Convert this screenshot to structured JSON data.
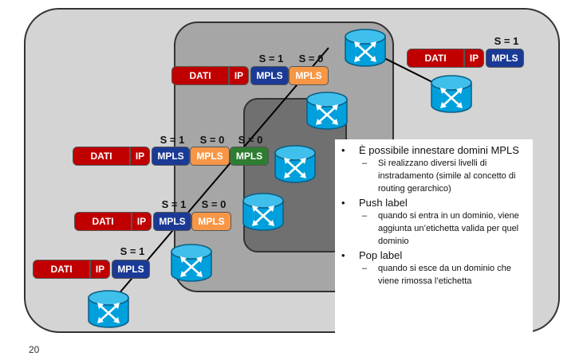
{
  "stacks": [
    {
      "id": "l1",
      "cells": [
        {
          "kind": "dati",
          "text": "DATI"
        },
        {
          "kind": "ip",
          "text": "IP"
        },
        {
          "kind": "mpls",
          "text": "MPLS"
        }
      ]
    },
    {
      "id": "l2",
      "cells": [
        {
          "kind": "dati",
          "text": "DATI"
        },
        {
          "kind": "ip",
          "text": "IP"
        },
        {
          "kind": "mpls",
          "text": "MPLS"
        },
        {
          "kind": "mpls-o",
          "text": "MPLS"
        }
      ]
    },
    {
      "id": "l3",
      "cells": [
        {
          "kind": "dati",
          "text": "DATI"
        },
        {
          "kind": "ip",
          "text": "IP"
        },
        {
          "kind": "mpls",
          "text": "MPLS"
        },
        {
          "kind": "mpls-o",
          "text": "MPLS"
        },
        {
          "kind": "mpls-g",
          "text": "MPLS"
        }
      ]
    },
    {
      "id": "l4",
      "cells": [
        {
          "kind": "dati",
          "text": "DATI"
        },
        {
          "kind": "ip",
          "text": "IP"
        },
        {
          "kind": "mpls",
          "text": "MPLS"
        },
        {
          "kind": "mpls-o",
          "text": "MPLS"
        }
      ]
    },
    {
      "id": "l5",
      "cells": [
        {
          "kind": "dati",
          "text": "DATI"
        },
        {
          "kind": "ip",
          "text": "IP"
        },
        {
          "kind": "mpls",
          "text": "MPLS"
        }
      ]
    }
  ],
  "s_labels": {
    "s1": "S = 1",
    "s0": "S = 0"
  },
  "text": {
    "b1": "È possibile innestare domini MPLS",
    "b1_sub": "Si realizzano diversi livelli di instradamento (simile al concetto di routing gerarchico)",
    "b2": "Push label",
    "b2_sub": "quando si entra in un dominio, viene aggiunta un’etichetta valida per quel dominio",
    "b3": "Pop label",
    "b3_sub": "quando si esce da un dominio che viene rimossa l’etichetta",
    "bullet_mark": "•",
    "dash_mark": "–"
  },
  "page_number": "20",
  "colors": {
    "dati_ip": "#c00000",
    "mpls_blue": "#1a3a96",
    "mpls_orange": "#f79646",
    "mpls_green": "#2e7d32",
    "router": "#00a0dc"
  },
  "icons": [
    "router-icon"
  ]
}
